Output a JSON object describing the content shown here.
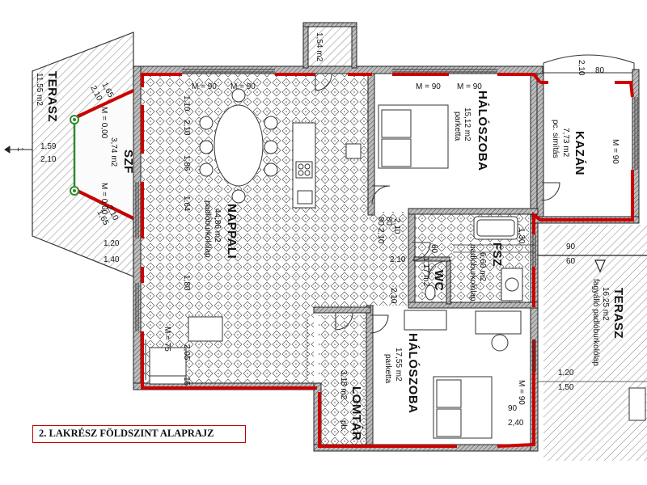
{
  "caption": "2. LAKRÉSZ FÖLDSZINT ALAPRAJZ",
  "colors": {
    "wall": "#3a3a3a",
    "highlight": "#cc0000",
    "glass": "#2e8b2e",
    "hatch": "#777777",
    "tile": "#555555"
  },
  "rooms": {
    "terasz_left": {
      "name": "TERASZ",
      "area": "11,55 m2"
    },
    "szelfogo": {
      "name": "SZF",
      "area": "3,74 m2"
    },
    "nappali": {
      "name": "NAPPALI",
      "area": "44,86 m2",
      "floor": "padlóburkolólap"
    },
    "haloszoba_top": {
      "name": "HÁLÓSZOBA",
      "area": "15,12 m2",
      "floor": "parketta"
    },
    "kazan": {
      "name": "KAZÁN",
      "area": "7,73 m2",
      "floor": "pc. simítás"
    },
    "fsz": {
      "name": "FSZ",
      "area": "6,60 m2",
      "floor": "padlóburkolólap"
    },
    "wc": {
      "name": "WC",
      "area": "1,17 m2"
    },
    "haloszoba_bottom": {
      "name": "HÁLÓSZOBA",
      "area": "17,55 m2",
      "floor": "parketta"
    },
    "lomtar": {
      "name": "LOMTÁR",
      "area": "3,18 m2",
      "floor": "pb."
    },
    "terasz_right": {
      "name": "TERASZ",
      "area": "16,25 m2",
      "floor": "fagyálló padlóburkolólap"
    },
    "top_small": {
      "area": "1,54 m2"
    }
  },
  "dims": {
    "m90a": "M = 90",
    "m90b": "M = 90",
    "m90c": "M = 90",
    "m90d": "M = 90",
    "m90kazan": "M = 90",
    "m90e": "M = 90",
    "m000a": "M = 0,00",
    "m000b": "M = 0,00",
    "m75": "M = 75",
    "d159": "1,59",
    "d210a": "2,10",
    "d165a": "1,65",
    "d210b": "2,10",
    "d165b": "1,65",
    "d210c": "2,10",
    "d120a": "1,20",
    "d140": "1,40",
    "d110": "1,10",
    "d210d": "2,10",
    "d186": "1,86",
    "d164": "1,64",
    "d180": "1,80",
    "d205": "2,05",
    "d15": "15",
    "d80a": "80",
    "d210e": "2,10",
    "d80b": "80",
    "d210f": "2,10",
    "d210g": "2,10",
    "d60a": "60",
    "d210h": "2,10",
    "d130": "1,30",
    "d90a": "90",
    "d60b": "60",
    "d120b": "1,20",
    "d150": "1,50",
    "d90b": "90",
    "d240": "2,40",
    "d80c": "80",
    "d210i": "2,10",
    "d1": "1"
  }
}
